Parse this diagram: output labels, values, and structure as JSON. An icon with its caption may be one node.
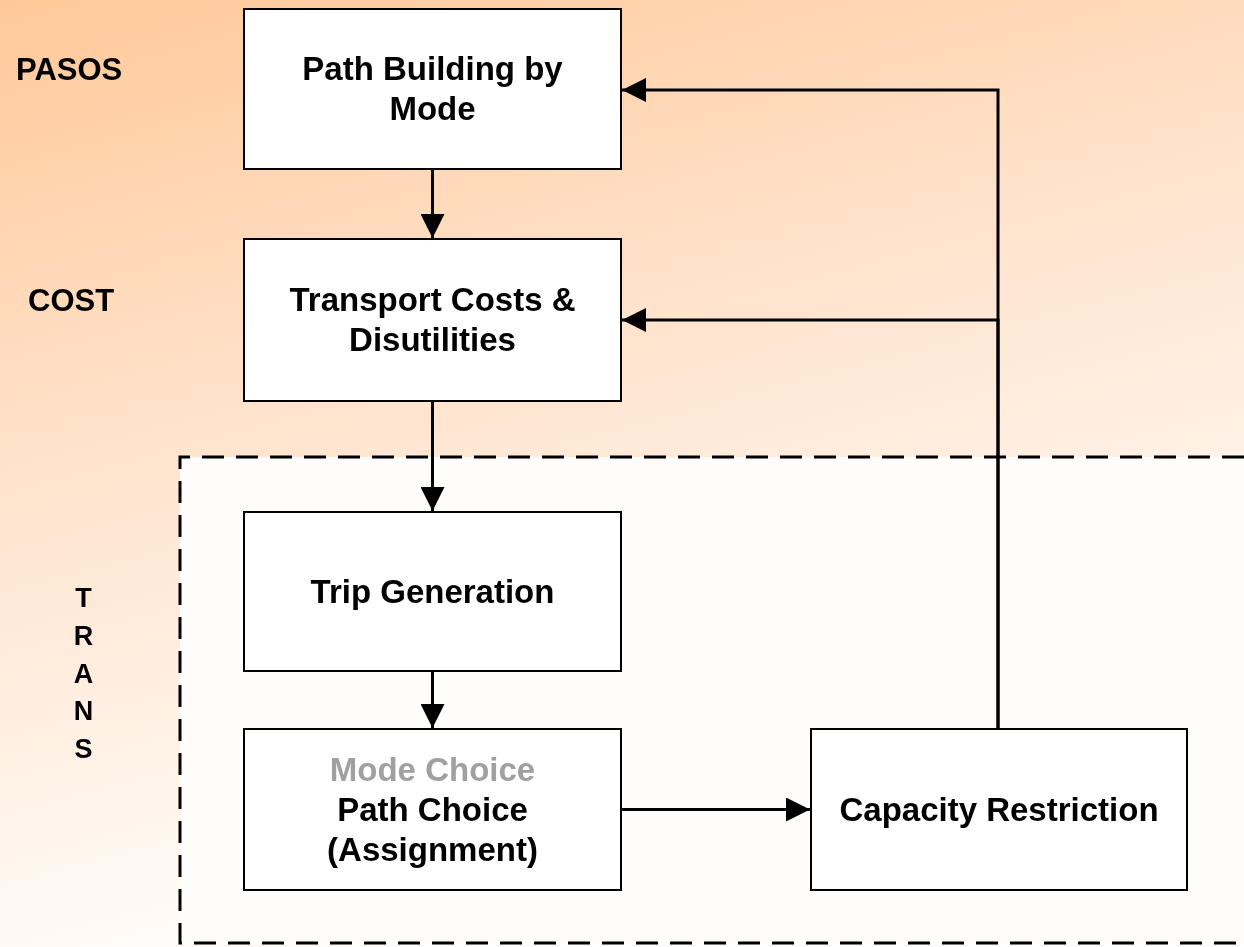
{
  "diagram": {
    "nodes": [
      {
        "text": [
          "Path Building by Mode"
        ]
      },
      {
        "text": [
          "Transport Costs & Disutilities"
        ]
      },
      {
        "text": [
          "Trip Generation"
        ]
      },
      {
        "text": [
          "Mode Choice",
          "Path Choice (Assignment)"
        ]
      },
      {
        "text": [
          "Capacity Restriction"
        ]
      }
    ],
    "edges": [
      {
        "from": 0,
        "to": 1,
        "arrow": "to"
      },
      {
        "from": 1,
        "to": 2,
        "arrow": "to"
      },
      {
        "from": 2,
        "to": 3,
        "arrow": "to"
      },
      {
        "from": 3,
        "to": 4,
        "arrow": "to"
      },
      {
        "from": 4,
        "to": 0,
        "arrow": "to"
      },
      {
        "from": 4,
        "to": 1,
        "arrow": "to"
      }
    ],
    "labels": [
      "PASOS",
      "COST",
      "TRANS"
    ]
  }
}
